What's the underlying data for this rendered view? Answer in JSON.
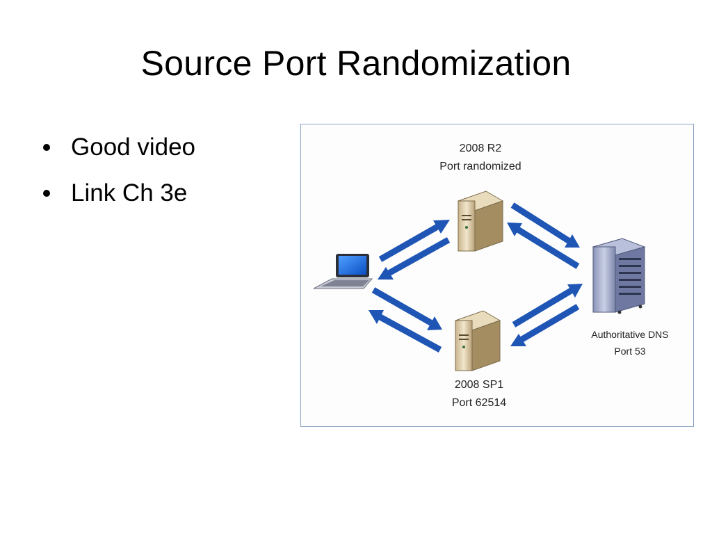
{
  "slide": {
    "title": "Source Port Randomization",
    "bullets": [
      "Good video",
      "Link Ch 3e"
    ]
  },
  "diagram": {
    "top_server": {
      "line1": "2008 R2",
      "line2": "Port randomized"
    },
    "bottom_server": {
      "line1": "2008 SP1",
      "line2": "Port 62514"
    },
    "dns_server": {
      "line1": "Authoritative DNS",
      "line2": "Port 53"
    },
    "colors": {
      "arrow": "#1f56b5",
      "frame": "#8aa4c4"
    }
  }
}
